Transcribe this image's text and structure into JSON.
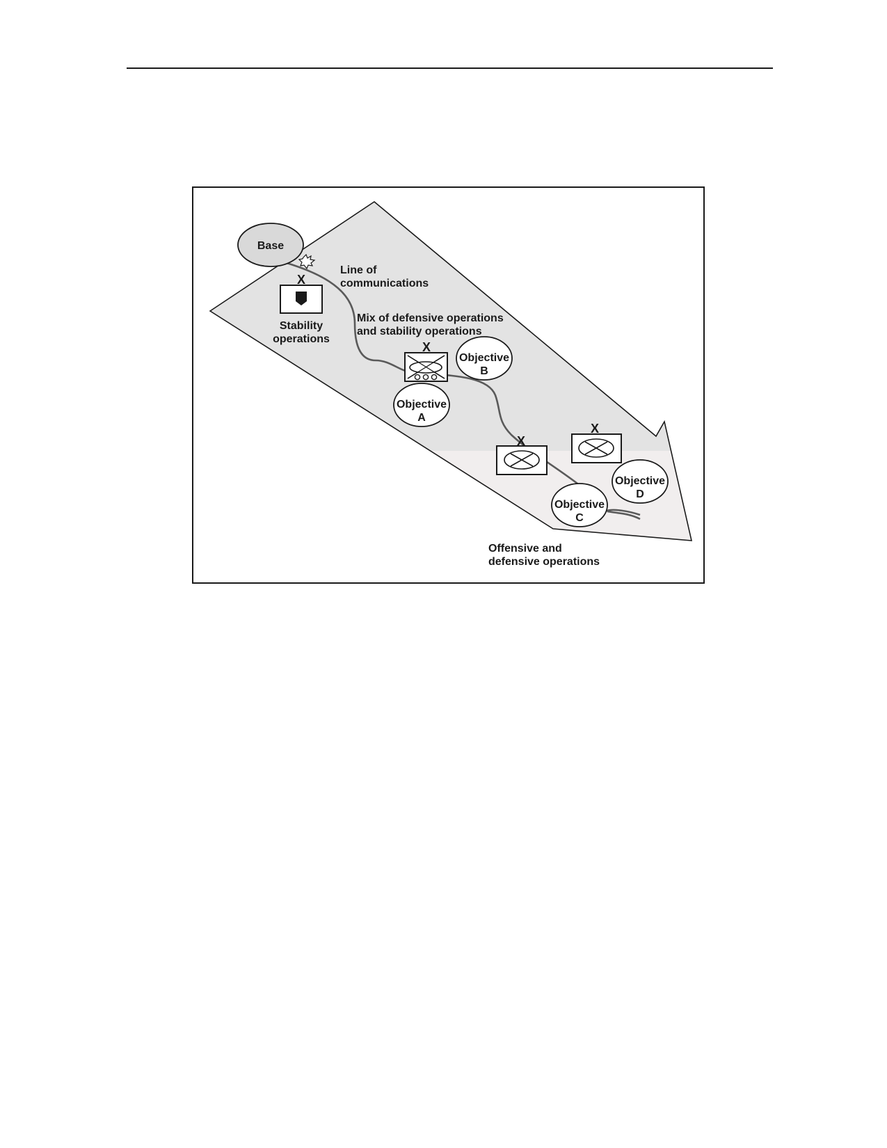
{
  "diagram": {
    "base_label": "Base",
    "line_of_communications": [
      "Line of",
      "communications"
    ],
    "stability_operations": [
      "Stability",
      "operations"
    ],
    "mix_operations": [
      "Mix of defensive operations",
      "and stability operations"
    ],
    "offensive_defensive": [
      "Offensive and",
      "defensive operations"
    ],
    "echelon_mark": "X",
    "objectives": [
      {
        "line1": "Objective",
        "line2": "A"
      },
      {
        "line1": "Objective",
        "line2": "B"
      },
      {
        "line1": "Objective",
        "line2": "C"
      },
      {
        "line1": "Objective",
        "line2": "D"
      }
    ]
  },
  "colors": {
    "arrow_upper": "#e3e3e3",
    "arrow_lower": "#f1eeee",
    "base_fill": "#d9d9d9",
    "route": "#5a5a5a",
    "ink": "#1a1a1a"
  }
}
